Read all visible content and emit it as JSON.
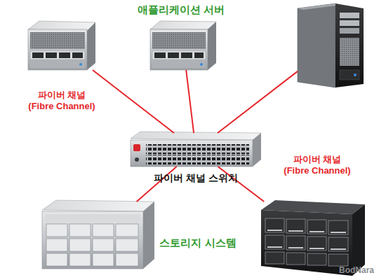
{
  "diagram": {
    "nodes": [
      {
        "text": []
      },
      {
        "text": []
      },
      {
        "text": []
      },
      {
        "text": [
          "파이버 채널 스위치"
        ]
      },
      {
        "text": []
      },
      {
        "text": []
      }
    ],
    "edges": [
      {
        "from": 0,
        "to": 3,
        "arrow": "none",
        "label": "파이버 채널 (Fibre Channel)"
      },
      {
        "from": 1,
        "to": 3,
        "arrow": "none"
      },
      {
        "from": 2,
        "to": 3,
        "arrow": "none"
      },
      {
        "from": 3,
        "to": 4,
        "arrow": "none"
      },
      {
        "from": 3,
        "to": 5,
        "arrow": "none",
        "label": "파이버 채널 (Fibre Channel)"
      }
    ],
    "labels": [
      "애플리케이션 서버",
      "스토리지 시스템",
      "BodNara"
    ]
  }
}
